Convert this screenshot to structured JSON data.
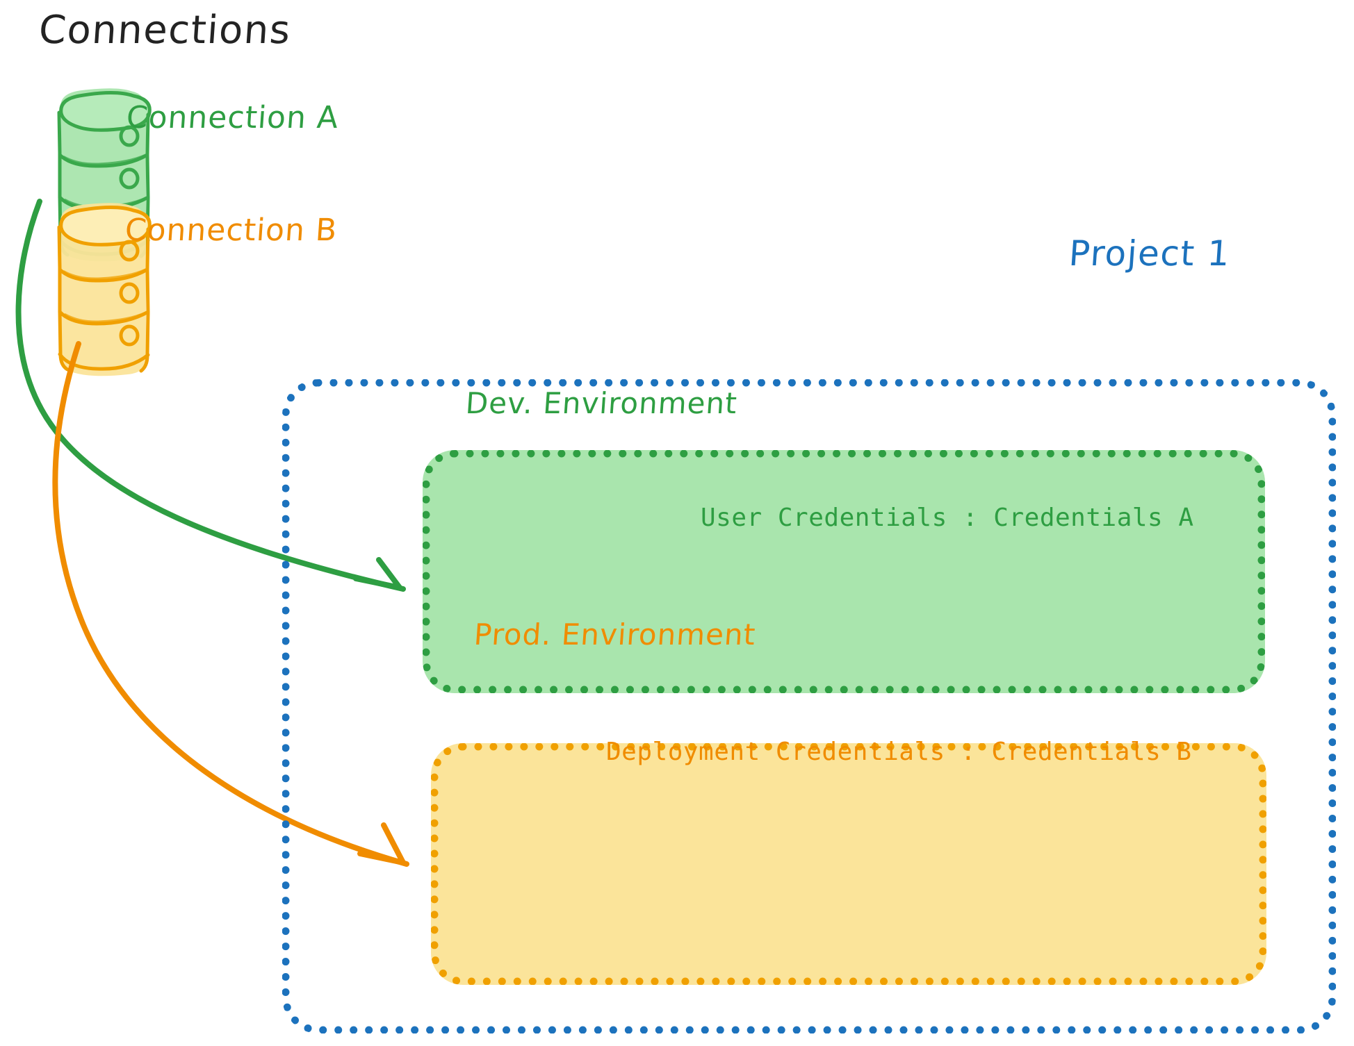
{
  "diagram": {
    "title": "Connections",
    "title_color": "#232323",
    "background": "#ffffff",
    "connections": [
      {
        "id": "connection-a",
        "label": "Connection A",
        "color": "#2e9e42",
        "fill": "#a9e5ad",
        "icon": "database-cylinder-icon"
      },
      {
        "id": "connection-b",
        "label": "Connection B",
        "color": "#f08c00",
        "fill": "#fbe49a",
        "icon": "database-cylinder-icon"
      }
    ],
    "project": {
      "label": "Project 1",
      "color": "#1c72bd",
      "environments": [
        {
          "id": "dev-environment",
          "name": "Dev. Environment",
          "color": "#2e9e42",
          "border_color": "#2e9e42",
          "fill": "#a9e5ad",
          "credentials_text": "User Credentials : Credentials A"
        },
        {
          "id": "prod-environment",
          "name": "Prod. Environment",
          "color": "#f08c00",
          "border_color": "#f0a000",
          "fill": "#fbe49a",
          "credentials_text": "Deployment Credentials : Credentials B"
        }
      ]
    },
    "arrows": [
      {
        "id": "arrow-connection-a-to-dev",
        "from": "connection-a",
        "to": "dev-environment",
        "color": "#2e9e42"
      },
      {
        "id": "arrow-connection-b-to-prod",
        "from": "connection-b",
        "to": "prod-environment",
        "color": "#f08c00"
      }
    ]
  }
}
